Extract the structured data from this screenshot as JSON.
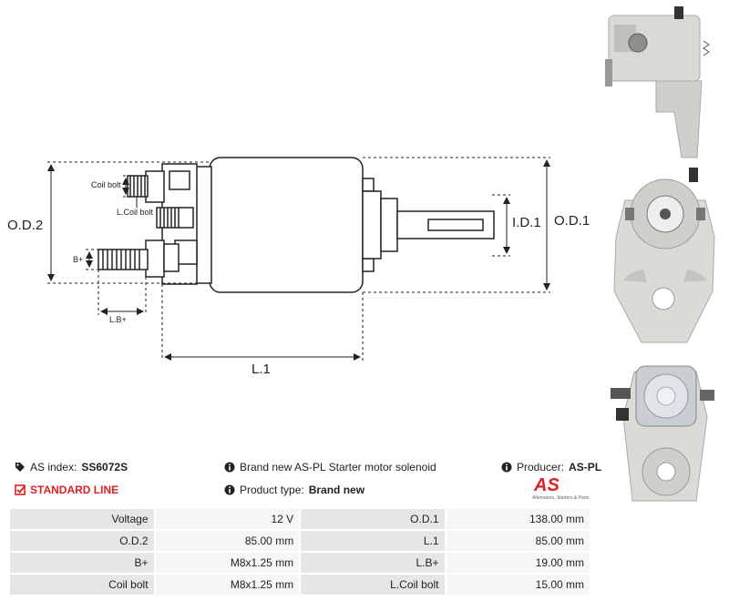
{
  "drawing": {
    "labels": {
      "od2": "O.D.2",
      "od1": "O.D.1",
      "id1": "I.D.1",
      "l1": "L.1",
      "coil_bolt": "Coil bolt",
      "l_coil_bolt": "L.Coil bolt",
      "b_plus": "B+",
      "l_b_plus": "L.B+"
    }
  },
  "info": {
    "as_index_label": "AS index:",
    "as_index_value": "SS6072S",
    "standard_line": "STANDARD LINE",
    "description": "Brand new AS-PL Starter motor solenoid",
    "product_type_label": "Product type:",
    "product_type_value": "Brand new",
    "producer_label": "Producer:",
    "producer_value": "AS-PL"
  },
  "logo": {
    "text": "AS",
    "tagline": "Alternators, Starters & Parts",
    "color": "#e21f26"
  },
  "specs": [
    {
      "label1": "Voltage",
      "value1": "12 V",
      "label2": "O.D.1",
      "value2": "138.00 mm"
    },
    {
      "label1": "O.D.2",
      "value1": "85.00 mm",
      "label2": "L.1",
      "value2": "85.00 mm"
    },
    {
      "label1": "B+",
      "value1": "M8x1.25 mm",
      "label2": "L.B+",
      "value2": "19.00 mm"
    },
    {
      "label1": "Coil bolt",
      "value1": "M8x1.25 mm",
      "label2": "L.Coil bolt",
      "value2": "15.00 mm"
    }
  ],
  "icons": {
    "tag": "tag-icon",
    "check": "checkbox-icon",
    "info": "info-icon"
  }
}
